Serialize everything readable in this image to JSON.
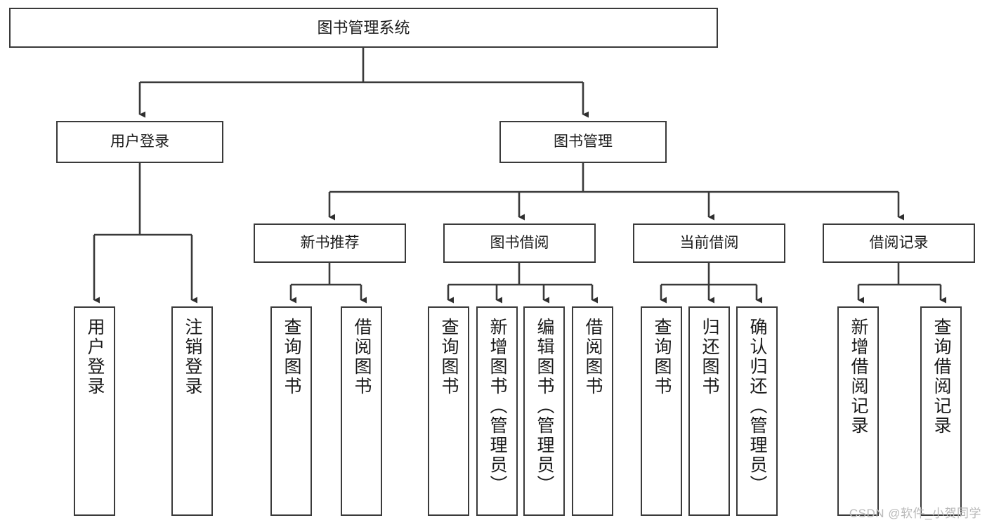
{
  "diagram": {
    "type": "tree-hierarchy",
    "title": "图书管理系统",
    "orientation": "top-down",
    "colors": {
      "box_border": "#3a3a3a",
      "box_fill": "#ffffff",
      "connector": "#3a3a3a",
      "text": "#1b1b1b",
      "watermark": "#b9b9b9"
    },
    "root": {
      "label": "图书管理系统"
    },
    "level2": [
      {
        "id": "user-login",
        "label": "用户登录"
      },
      {
        "id": "book-manage",
        "label": "图书管理"
      }
    ],
    "level3": [
      {
        "id": "new-book-rec",
        "label": "新书推荐"
      },
      {
        "id": "book-borrow",
        "label": "图书借阅"
      },
      {
        "id": "current-borrow",
        "label": "当前借阅"
      },
      {
        "id": "borrow-record",
        "label": "借阅记录"
      }
    ],
    "leaves": [
      {
        "id": "leaf-user-login",
        "label": "用户登录",
        "parent": "user-login"
      },
      {
        "id": "leaf-logout",
        "label": "注销登录",
        "parent": "user-login"
      },
      {
        "id": "leaf-query-book-1",
        "label": "查询图书",
        "parent": "new-book-rec"
      },
      {
        "id": "leaf-borrow-book-1",
        "label": "借阅图书",
        "parent": "new-book-rec"
      },
      {
        "id": "leaf-query-book-2",
        "label": "查询图书",
        "parent": "book-borrow"
      },
      {
        "id": "leaf-add-book",
        "label": "新增图书（管理员）",
        "parent": "book-borrow"
      },
      {
        "id": "leaf-edit-book",
        "label": "编辑图书（管理员）",
        "parent": "book-borrow"
      },
      {
        "id": "leaf-borrow-book-2",
        "label": "借阅图书",
        "parent": "book-borrow"
      },
      {
        "id": "leaf-query-book-3",
        "label": "查询图书",
        "parent": "current-borrow"
      },
      {
        "id": "leaf-return-book",
        "label": "归还图书",
        "parent": "current-borrow"
      },
      {
        "id": "leaf-confirm-return",
        "label": "确认归还（管理员）",
        "parent": "current-borrow"
      },
      {
        "id": "leaf-add-record",
        "label": "新增借阅记录",
        "parent": "borrow-record"
      },
      {
        "id": "leaf-query-record",
        "label": "查询借阅记录",
        "parent": "borrow-record"
      }
    ]
  },
  "watermark": {
    "text": "CSDN @软件_小贺同学"
  }
}
